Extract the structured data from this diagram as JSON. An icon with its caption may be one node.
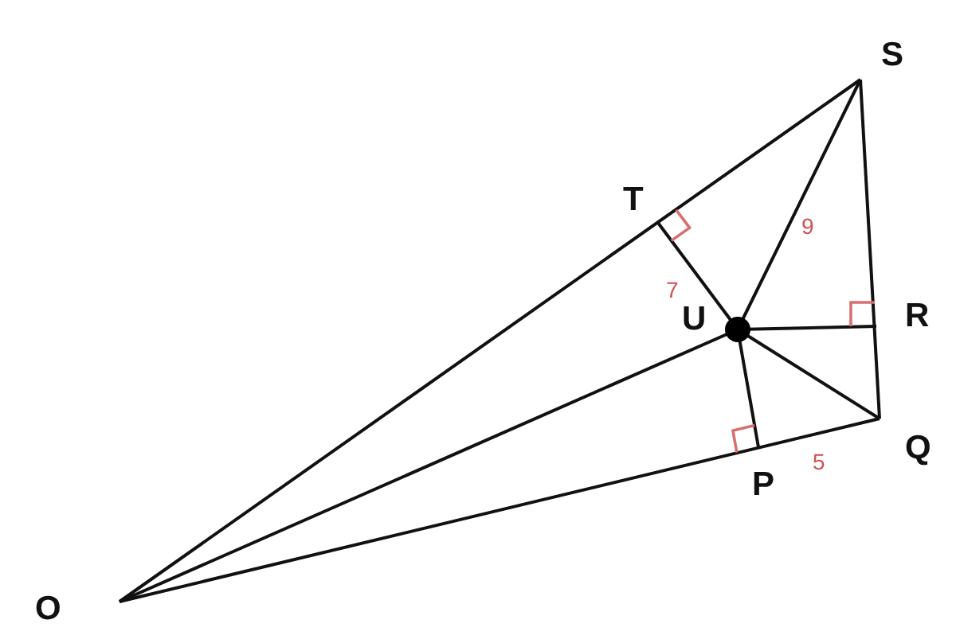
{
  "diagram": {
    "labels": [
      "S",
      "T",
      "9",
      "7",
      "U",
      "R",
      "Q",
      "P",
      "5",
      "O"
    ]
  }
}
